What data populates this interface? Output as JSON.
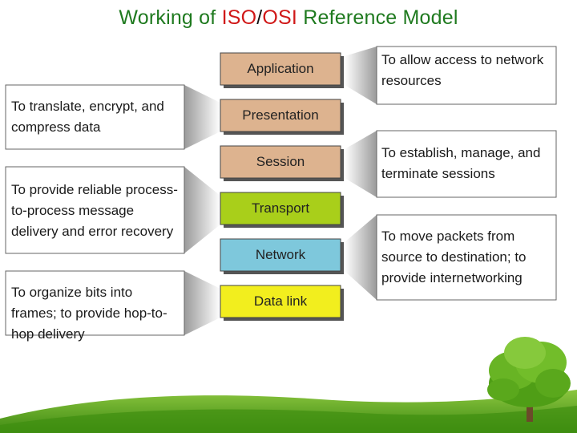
{
  "title": {
    "part1": "Working of ",
    "part2": "ISO",
    "part3": "/",
    "part4": "OSI",
    "part5": " Reference Model"
  },
  "layers": [
    {
      "label": "Application",
      "color": "#ddb38f"
    },
    {
      "label": "Presentation",
      "color": "#ddb38f"
    },
    {
      "label": "Session",
      "color": "#ddb38f"
    },
    {
      "label": "Transport",
      "color": "#a9cf1a"
    },
    {
      "label": "Network",
      "color": "#7ec8dc"
    },
    {
      "label": "Data link",
      "color": "#f2ee1e"
    }
  ],
  "descriptions": {
    "application": "To allow access to network resources",
    "presentation": "To translate, encrypt, and compress data",
    "session": "To establish, manage, and terminate sessions",
    "transport": "To provide reliable process-to-process message delivery and error recovery",
    "network": "To move packets from source to destination; to provide internetworking",
    "datalink": "To organize bits into frames; to provide hop-to-hop delivery"
  },
  "colors": {
    "title_green": "#1f7a1f",
    "title_red": "#d01818",
    "box_border": "#555555",
    "grass": "#4f9e16",
    "tree": "#5fae1e"
  }
}
